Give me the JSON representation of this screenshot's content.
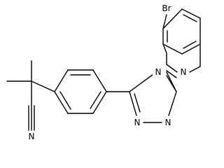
{
  "atom_labels": {
    "br": "Br",
    "n_pyrazine": "N",
    "n_bridge": "N",
    "n_triazole_left": "N",
    "n_triazole_right": "N",
    "n_nitrile": "N"
  },
  "colors": {
    "bond": "#000000",
    "background": "#ffffff"
  }
}
